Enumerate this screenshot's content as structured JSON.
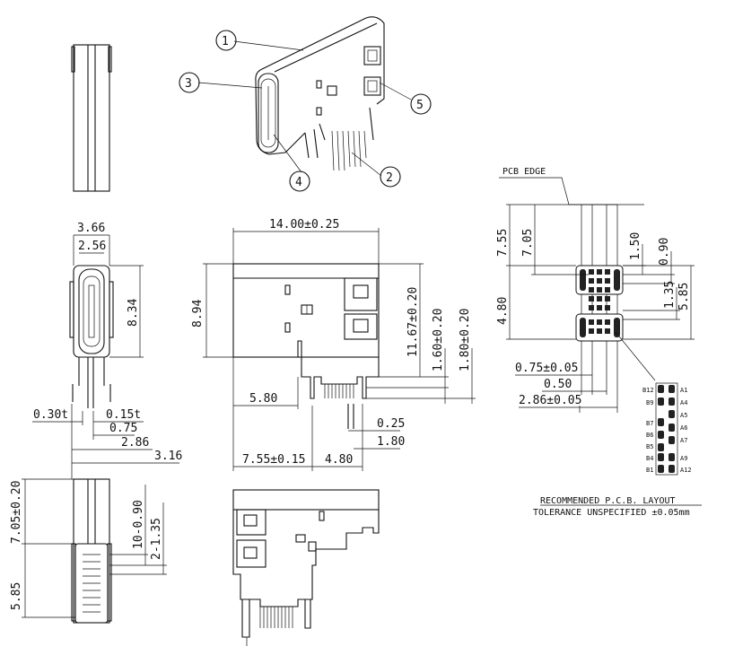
{
  "callouts": [
    "1",
    "2",
    "3",
    "4",
    "5"
  ],
  "top_view_dims": {
    "width_1": "14.00±0.25",
    "height_1": "8.94",
    "h_11_67": "11.67±0.20",
    "h_1_60": "1.60±0.20",
    "h_1_80": "1.80±0.20",
    "w_5_80": "5.80",
    "w_7_55": "7.55±0.15",
    "w_4_80": "4.80",
    "w_0_25": "0.25",
    "w_1_80": "1.80"
  },
  "front_view_dims": {
    "w_3_66": "3.66",
    "w_2_56": "2.56",
    "h_8_34": "8.34",
    "t_0_30": "0.30t",
    "t_0_15": "0.15t",
    "w_0_75": "0.75",
    "w_2_86": "2.86",
    "w_3_16": "3.16"
  },
  "side_view_dims": {
    "h_7_05": "7.05±0.20",
    "h_10_090": "10-0.90",
    "h_2_135": "2-1.35",
    "h_5_85": "5.85"
  },
  "pcb_layout": {
    "edge_label": "PCB EDGE",
    "d_7_55": "7.55",
    "d_7_05": "7.05",
    "d_1_50": "1.50",
    "d_0_90": "0.90",
    "d_4_80": "4.80",
    "d_1_35": "1.35",
    "d_5_85": "5.85",
    "d_0_75": "0.75±0.05",
    "d_0_50": "0.50",
    "d_2_86": "2.86±0.05",
    "pins_left": [
      "B12",
      "B9",
      "B7",
      "B6",
      "B5",
      "B4",
      "B1"
    ],
    "pins_right": [
      "A1",
      "A4",
      "A5",
      "A6",
      "A7",
      "A9",
      "A12"
    ],
    "caption_line1": "RECOMMENDED   P.C.B.  LAYOUT",
    "caption_line2": "TOLERANCE  UNSPECIFIED  ±0.05mm"
  }
}
